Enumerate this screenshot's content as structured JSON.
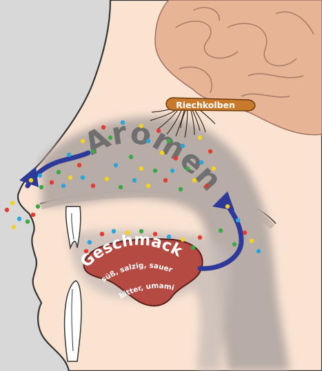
{
  "labels": {
    "bulb": "Riechkolben",
    "aroma": "Aromen",
    "taste": "Geschmack",
    "taste_sub1": "süß, salzig, sauer",
    "taste_sub2": "bitter, umami"
  },
  "colors": {
    "background": "#d8d8d8",
    "skin": "#fbe3d2",
    "outline": "#333333",
    "brain": "#e8b496",
    "channel": "#b7aca6",
    "bulb": "#c87a2a",
    "tongue": "#b44a42",
    "arrow": "#2d3a9a",
    "dots": [
      "#e63a2e",
      "#f4d21d",
      "#2aa5dc",
      "#39a845"
    ]
  },
  "icons": [
    "olfactory-bulb-icon",
    "tongue-icon",
    "airflow-arrow-icon",
    "aroma-particle-icon"
  ]
}
